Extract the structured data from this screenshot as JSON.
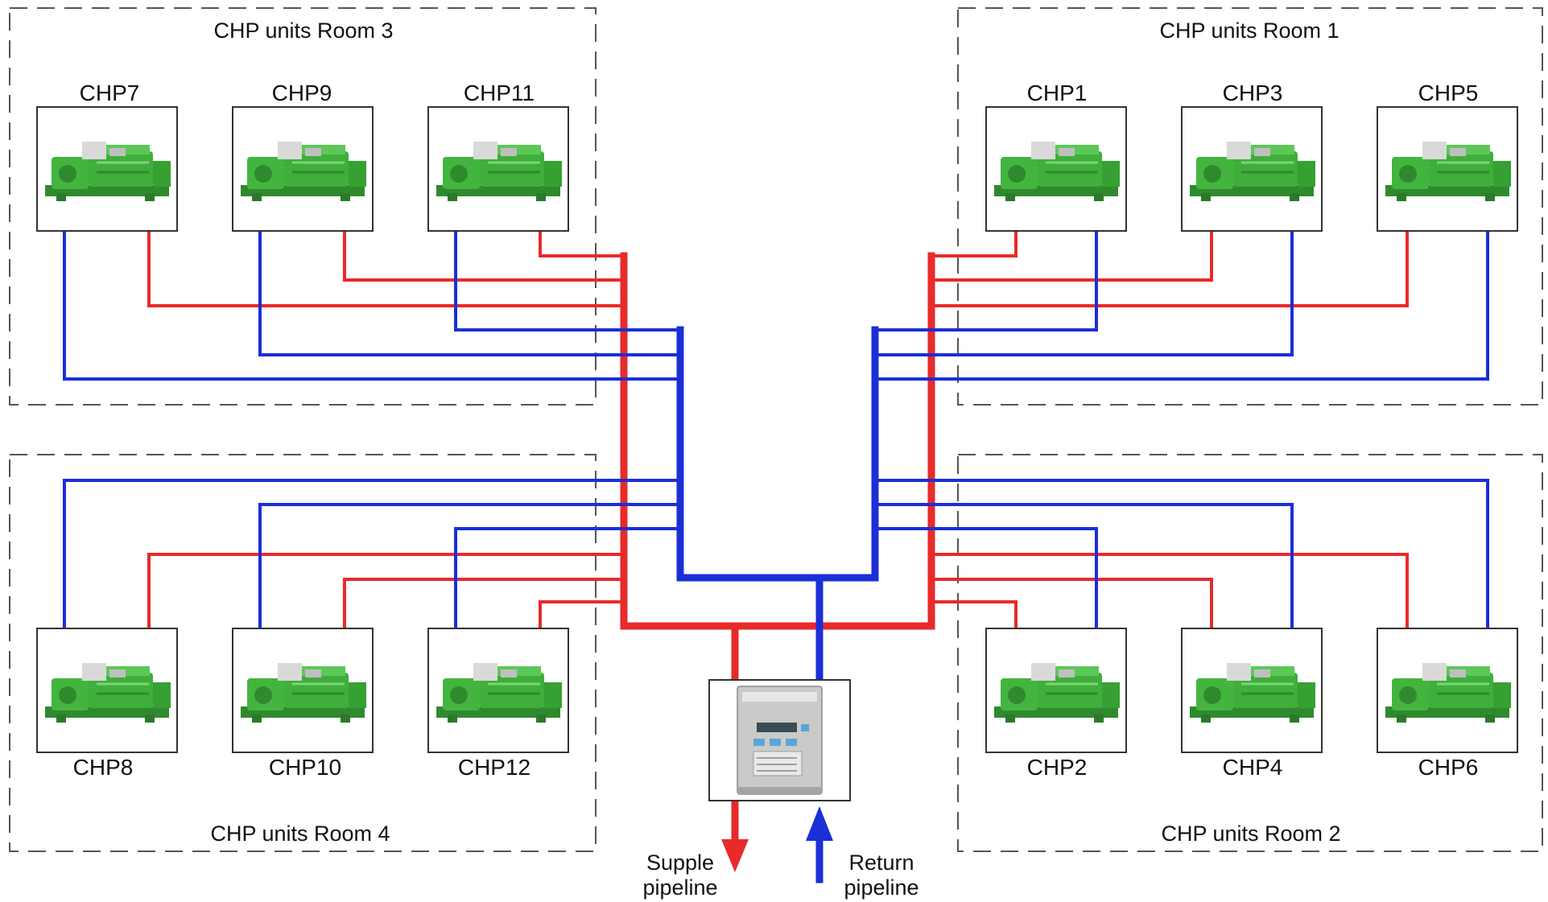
{
  "rooms": {
    "room1": "CHP units Room 1",
    "room2": "CHP units Room 2",
    "room3": "CHP units Room 3",
    "room4": "CHP units Room 4"
  },
  "units": {
    "chp1": "CHP1",
    "chp2": "CHP2",
    "chp3": "CHP3",
    "chp4": "CHP4",
    "chp5": "CHP5",
    "chp6": "CHP6",
    "chp7": "CHP7",
    "chp8": "CHP8",
    "chp9": "CHP9",
    "chp10": "CHP10",
    "chp11": "CHP11",
    "chp12": "CHP12"
  },
  "pipelines": {
    "supply_line1": "Supple",
    "supply_line2": "pipeline",
    "return_line1": "Return",
    "return_line2": "pipeline"
  },
  "colors": {
    "supply": "#e82a2a",
    "return": "#1b2fd6",
    "engine": "#3fae3a"
  },
  "icons": {
    "unit": "chp-engine-icon",
    "controller": "heat-meter-controller-icon"
  }
}
